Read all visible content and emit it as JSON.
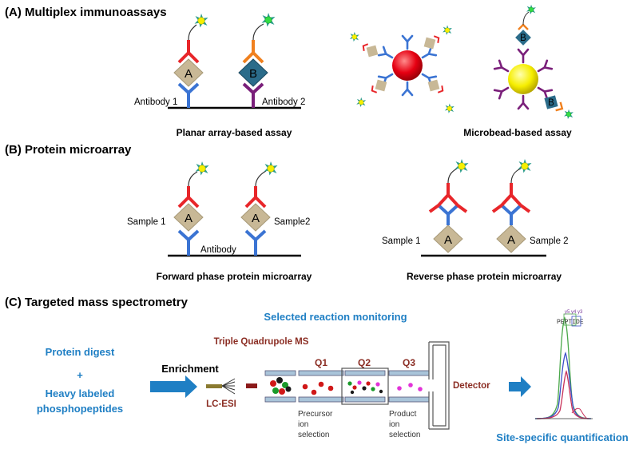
{
  "sections": {
    "a_title": "(A) Multiplex immunoassays",
    "b_title": "(B) Protein microarray",
    "c_title": "(C) Targeted mass spectrometry"
  },
  "panel_a": {
    "antibody1": "Antibody 1",
    "antibody2": "Antibody 2",
    "letter_a": "A",
    "letter_b": "B",
    "planar_caption": "Planar array-based assay",
    "bead_caption": "Microbead-based assay"
  },
  "panel_b": {
    "sample1": "Sample 1",
    "sample2_left": "Sample2",
    "antibody": "Antibody",
    "forward_caption": "Forward phase protein microarray",
    "sample1_right": "Sample 1",
    "sample2_right": "Sample 2",
    "reverse_caption": "Reverse phase protein microarray",
    "letter_a": "A"
  },
  "panel_c": {
    "srm_title": "Selected reaction monitoring",
    "protein_digest": "Protein digest",
    "plus": "+",
    "heavy_line1": "Heavy labeled",
    "heavy_line2": "phosphopeptides",
    "enrichment": "Enrichment",
    "tq_ms": "Triple Quadrupole MS",
    "lc_esi": "LC-ESI",
    "q1": "Q1",
    "q2": "Q2",
    "q3": "Q3",
    "precursor_1": "Precursor",
    "precursor_2": "ion",
    "precursor_3": "selection",
    "product_1": "Product",
    "product_2": "ion",
    "product_3": "selection",
    "detector": "Detector",
    "site_specific": "Site-specific quantification",
    "peptide": "PEPTIDE",
    "ions": "y5 y4 y3"
  },
  "colors": {
    "red": "#e8262a",
    "blue": "#3b74d3",
    "orange": "#f0801e",
    "purple": "#7a1f7a",
    "tan": "#c8b896",
    "teal": "#2b6c8a",
    "accent_blue": "#1f7fc4",
    "brown": "#8b2d23"
  }
}
